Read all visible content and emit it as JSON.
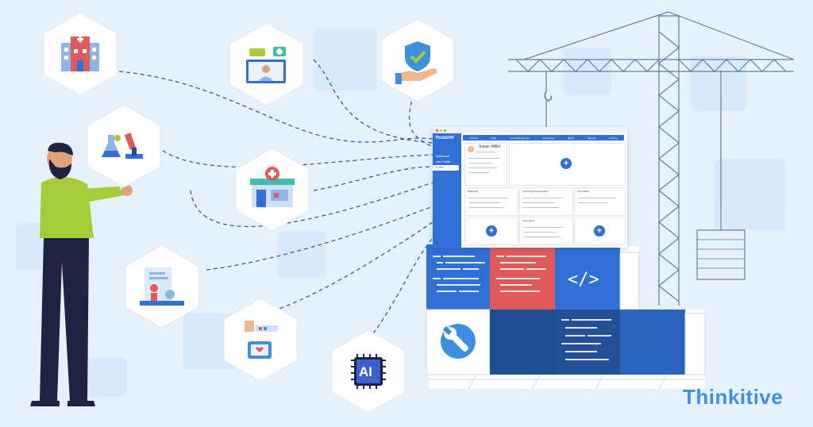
{
  "brand": {
    "logo_text": "Thinkitive",
    "color": "#3f8fe0"
  },
  "app_window": {
    "brand": "ThinkEHR",
    "sidebar_items": [
      "Dashboard",
      "Care Profile",
      "Profile"
    ],
    "tabs": [
      "Patients",
      "EHR",
      "Care Management",
      "Scheduling",
      "Billing",
      "Reports",
      "Training"
    ],
    "patient_name": "Susan Miller",
    "cards": [
      "Diagnosis",
      "Upcoming Appointments",
      "Care Notes",
      "Procedures"
    ]
  },
  "hexagons": [
    {
      "icon": "hospital-icon"
    },
    {
      "icon": "telehealth-icon"
    },
    {
      "icon": "protection-shield-icon"
    },
    {
      "icon": "lab-research-icon"
    },
    {
      "icon": "pharmacy-store-icon"
    },
    {
      "icon": "medical-report-icon"
    },
    {
      "icon": "health-analytics-icon"
    },
    {
      "icon": "ai-chip-icon"
    }
  ],
  "code_symbol": "</>",
  "ai_label": "AI",
  "colors": {
    "background": "#e6f1fb",
    "primary_blue": "#2f6fd6",
    "dark_blue": "#1e4e94",
    "red_block": "#e05a5a",
    "shirt": "#a7cc3a"
  }
}
